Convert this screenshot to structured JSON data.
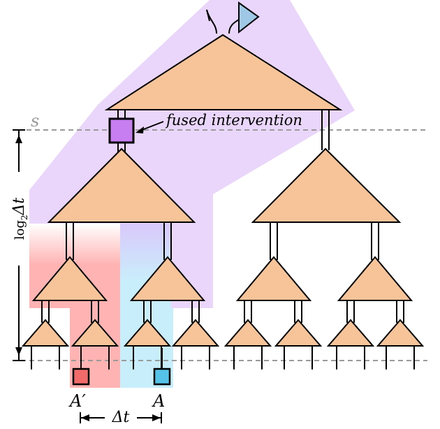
{
  "labels": {
    "s": "s",
    "fused_intervention": "fused intervention",
    "log2_dt_prefix": "log",
    "log2_dt_sub": "2",
    "log2_dt_suffix": "Δt",
    "A_prime": "A′",
    "A": "A",
    "dt": "Δt"
  },
  "colors": {
    "purple_region": "#ead6fb",
    "red_region": "#ffb3b3",
    "blue_region": "#c9eefb",
    "node_fill": "#f7c49a",
    "intervention_fill": "#c77ef0",
    "A_prime_fill": "#f36a6a",
    "A_fill": "#55c3e8",
    "detector_fill": "#9fc8e6",
    "dashed_line": "#9a9a9a"
  }
}
